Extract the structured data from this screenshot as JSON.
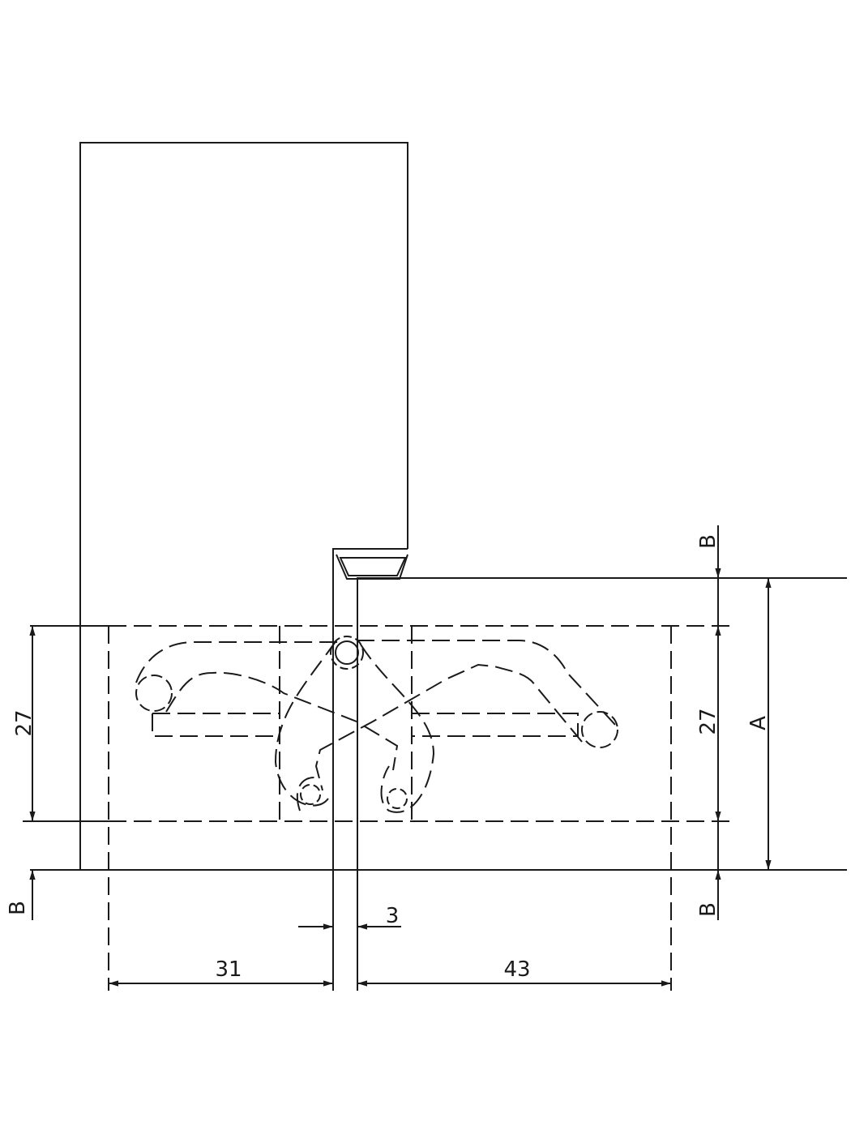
{
  "drawing": {
    "type": "concealed hinge installation drawing",
    "dimensions": {
      "left_height": "27",
      "right_height": "27",
      "overall_height": "A",
      "section_marks": [
        "B",
        "B",
        "B"
      ],
      "gap": "3",
      "left_depth": "31",
      "right_depth": "43"
    },
    "line_color": "#1a1a1a"
  }
}
